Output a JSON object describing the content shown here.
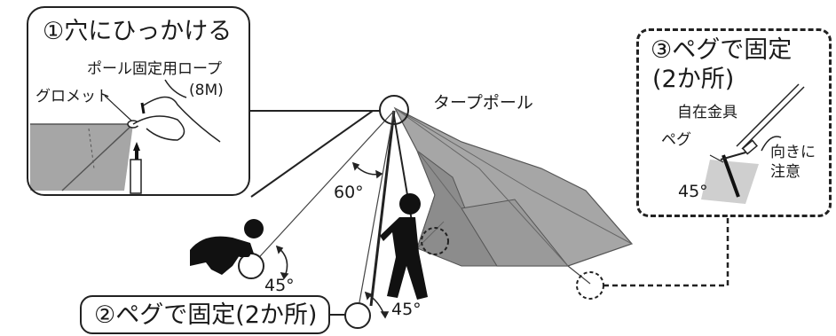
{
  "step1": {
    "title": "①穴にひっかける",
    "rope_label": "ポール固定用ロープ",
    "rope_length": "(8M)",
    "grommet_label": "グロメット"
  },
  "step2": {
    "title": "②ペグで固定(2か所)"
  },
  "step3": {
    "title_line1": "③ペグで固定",
    "title_line2": "(2か所)",
    "adjuster_label": "自在金具",
    "peg_label": "ペグ",
    "orientation_line1": "向きに",
    "orientation_line2": "注意",
    "angle": "45°"
  },
  "main": {
    "pole_label": "タープポール",
    "angle_top": "60°",
    "angle_left": "45°",
    "angle_right": "45°"
  },
  "colors": {
    "tarp": "#a6a6a6",
    "tarp_dark": "#8c8c8c",
    "line": "#222222",
    "figure": "#111111"
  }
}
